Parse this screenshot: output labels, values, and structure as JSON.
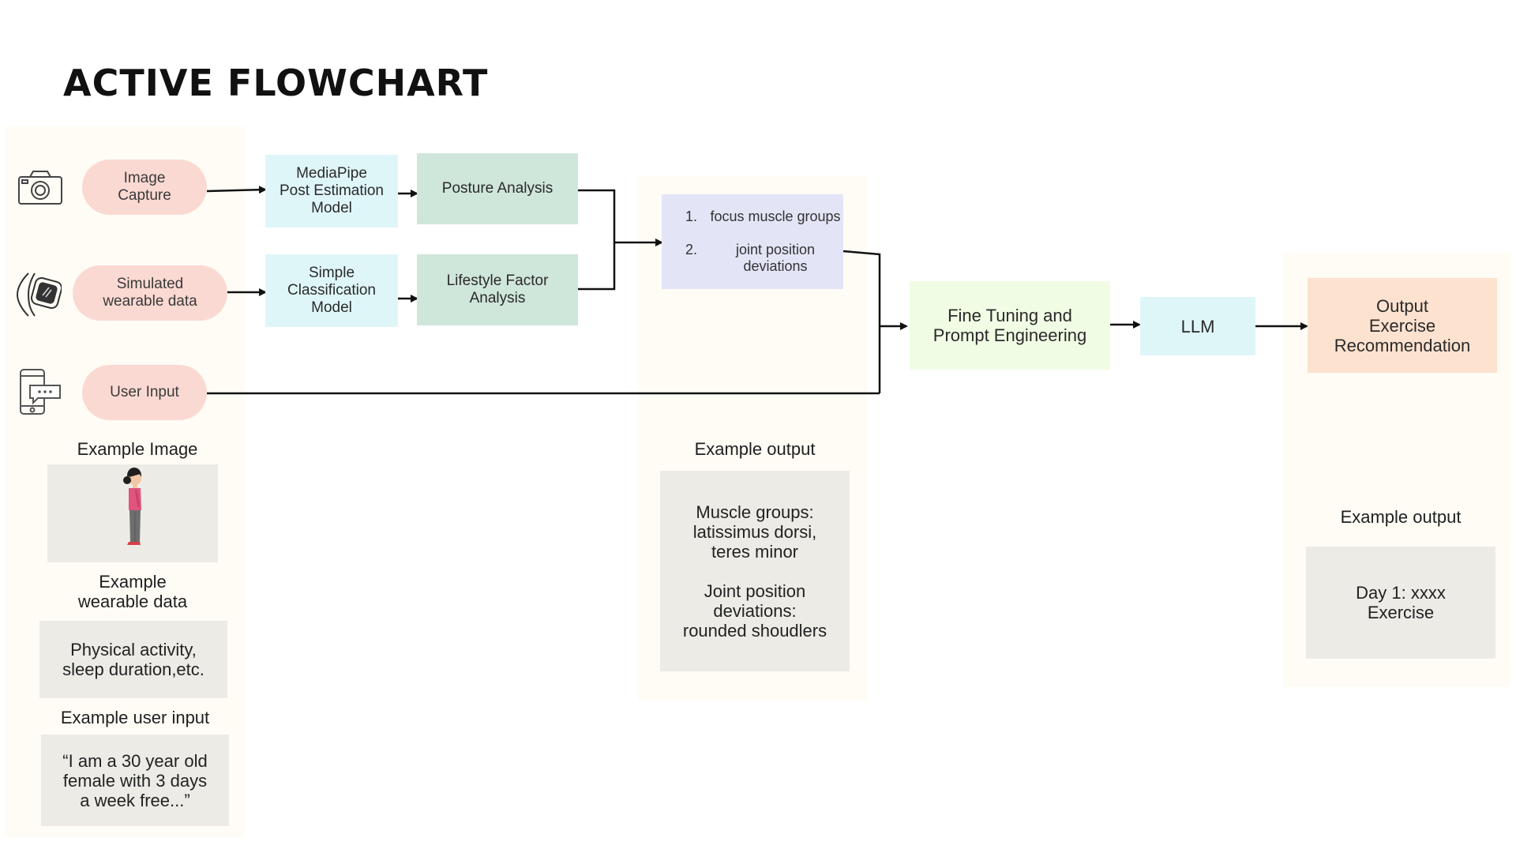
{
  "title": "ACTIVE FLOWCHART",
  "inputs": {
    "image_capture": "Image\nCapture",
    "wearable": "Simulated\nwearable data",
    "user_input": "User Input"
  },
  "models": {
    "mediapipe": "MediaPipe\nPost Estimation\nModel",
    "classification": "Simple\nClassification\nModel",
    "posture": "Posture Analysis",
    "lifestyle": "Lifestyle Factor\nAnalysis"
  },
  "analysis_list": [
    "focus muscle groups",
    "joint position deviations"
  ],
  "fine_tuning": "Fine Tuning and\nPrompt Engineering",
  "llm": "LLM",
  "output": "Output\nExercise\nRecommendation",
  "examples": {
    "image_label": "Example Image",
    "wearable_label": "Example\nwearable data",
    "wearable_text": "Physical activity,\nsleep duration,etc.",
    "user_label": "Example user input",
    "user_text": "“I am a 30 year old\nfemale with 3 days\na week free...”",
    "mid_label": "Example output",
    "mid_text": "Muscle groups:\nlatissimus dorsi,\nteres minor\n\nJoint position\ndeviations:\nrounded shoudlers",
    "right_label": "Example output",
    "right_text": "Day 1: xxxx\nExercise"
  },
  "icons": [
    "camera-icon",
    "smartwatch-icon",
    "phone-chat-icon",
    "standing-woman-illustration"
  ],
  "colors": {
    "pill": "#fbd9d3",
    "cyan": "#dff6f9",
    "green": "#cfe6da",
    "lavender": "#e3e5f7",
    "lime": "#f0fde4",
    "orange": "#fde2cf",
    "grey": "#ecebe6",
    "panel": "#fffcf5"
  }
}
